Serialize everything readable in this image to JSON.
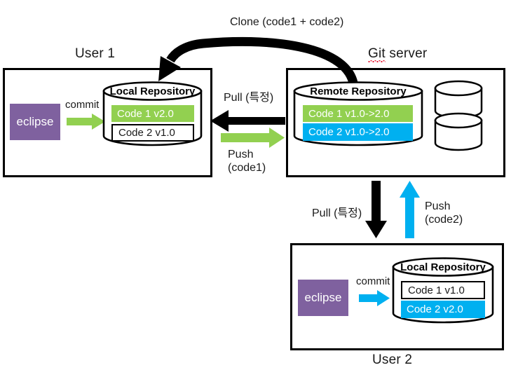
{
  "diagram": {
    "title": "Git clone / pull / push workflow between two users and a Git server",
    "colors": {
      "green": "#92D050",
      "blue": "#00B0F0",
      "purple": "#7F619F",
      "black": "#000000",
      "white": "#FFFFFF",
      "spellcheck_red": "#E8112D"
    }
  },
  "panels": {
    "user1": {
      "title": "User 1",
      "app": {
        "label": "eclipse"
      },
      "commit": {
        "label": "commit",
        "arrow_color": "#92D050"
      },
      "repository": {
        "title": "Local Repository",
        "rows": [
          {
            "label": "Code 1  v2.0",
            "style": "green"
          },
          {
            "label": "Code 2  v1.0",
            "style": "plain"
          }
        ]
      }
    },
    "gitserver": {
      "title": "Git server",
      "title_word_misspelled": "Git",
      "title_word_rest": " server",
      "repository": {
        "title": "Remote Repository",
        "rows": [
          {
            "label": "Code 1  v1.0->2.0",
            "style": "green"
          },
          {
            "label": "Code 2  v1.0->2.0",
            "style": "blue"
          }
        ]
      },
      "extra_disks": [
        {
          "name": "disk-1"
        },
        {
          "name": "disk-2"
        }
      ]
    },
    "user2": {
      "title": "User 2",
      "app": {
        "label": "eclipse"
      },
      "commit": {
        "label": "commit",
        "arrow_color": "#00B0F0"
      },
      "repository": {
        "title": "Local Repository",
        "rows": [
          {
            "label": "Code 1  v1.0",
            "style": "plain"
          },
          {
            "label": "Code 2  v2.0",
            "style": "blue"
          }
        ]
      }
    }
  },
  "flows": {
    "clone": {
      "label": "Clone (code1 + code2)",
      "color": "#000000",
      "direction": "server-to-user1"
    },
    "pull_user1": {
      "label": "Pull (특정)",
      "color": "#000000",
      "direction": "server-to-user1"
    },
    "push_user1_line1": "Push",
    "push_user1_line2": "(code1)",
    "push_user1": {
      "label": "Push (code1)",
      "color": "#92D050",
      "direction": "user1-to-server"
    },
    "pull_user2": {
      "label": "Pull (특정)",
      "color": "#000000",
      "direction": "server-to-user2"
    },
    "push_user2_line1": "Push",
    "push_user2_line2": "(code2)",
    "push_user2": {
      "label": "Push (code2)",
      "color": "#00B0F0",
      "direction": "user2-to-server"
    }
  }
}
